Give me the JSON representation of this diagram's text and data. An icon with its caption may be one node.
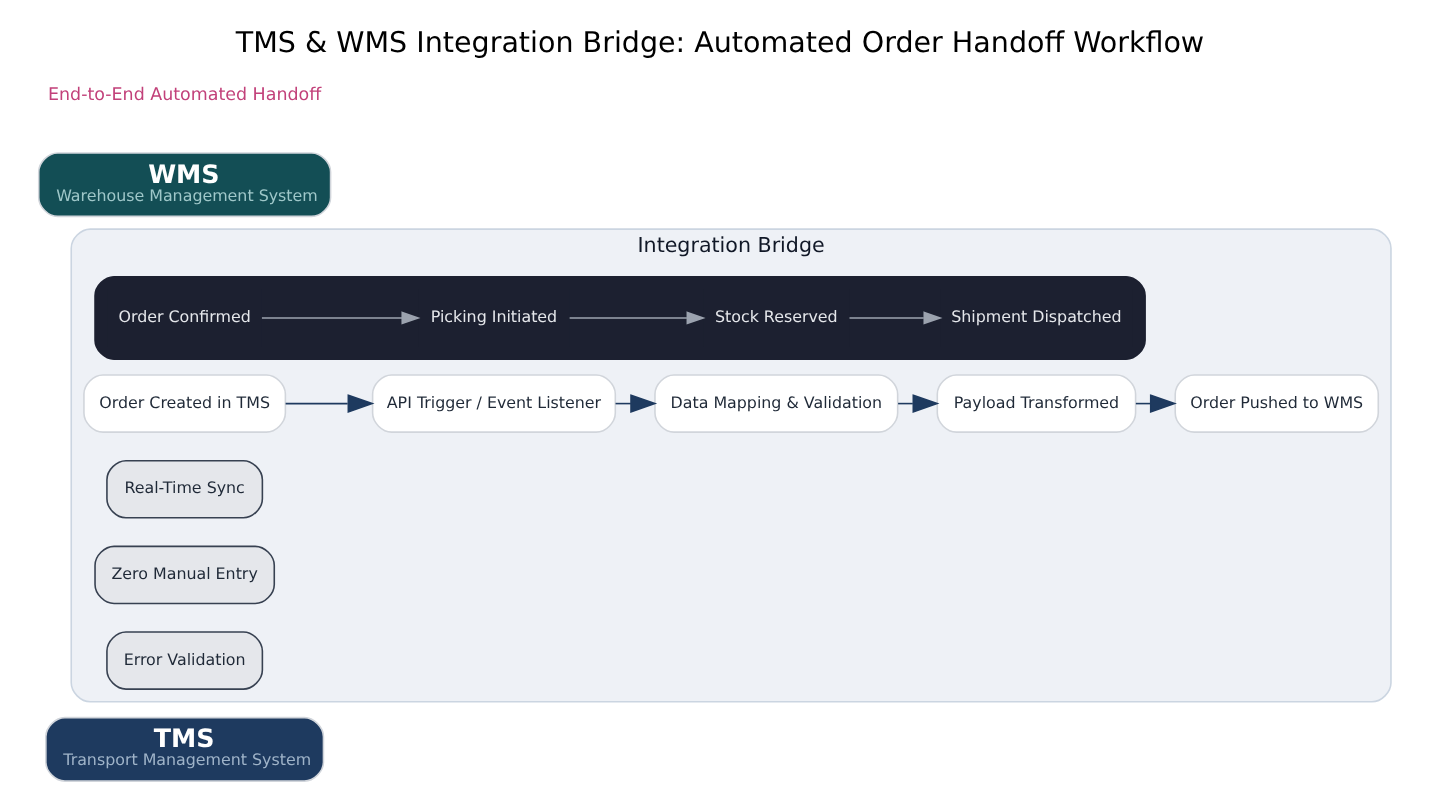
{
  "diagram": {
    "title": "TMS & WMS Integration Bridge: Automated Order Handoff Workflow",
    "nodes": [
      {
        "text": [
          "TMS",
          "Transport Management System"
        ]
      },
      {
        "text": [
          "Integration Bridge"
        ]
      },
      {
        "text": [
          "Order Created in TMS"
        ],
        "in": 1
      },
      {
        "text": [
          "API Trigger / Event Listener"
        ],
        "in": 1
      },
      {
        "text": [
          "Data Mapping & Validation"
        ],
        "in": 1
      },
      {
        "text": [
          "Payload Transformed"
        ],
        "in": 1
      },
      {
        "text": [
          "Order Pushed to WMS"
        ],
        "in": 1
      },
      {
        "text": [
          "WMS",
          "Warehouse Management System"
        ]
      },
      {
        "text": [
          "Real-Time Sync"
        ],
        "in": 1
      },
      {
        "text": [
          "Zero Manual Entry"
        ],
        "in": 1
      },
      {
        "text": [
          "Error Validation"
        ],
        "in": 1
      },
      {
        "text": [],
        "shape": "bar",
        "in": 1
      },
      {
        "text": [
          "Order Confirmed"
        ],
        "in": 11
      },
      {
        "text": [
          "Picking Initiated"
        ],
        "in": 11
      },
      {
        "text": [
          "Stock Reserved"
        ],
        "in": 11
      },
      {
        "text": [
          "Shipment Dispatched"
        ],
        "in": 11
      }
    ],
    "edges": [
      {
        "from": 2,
        "to": 3,
        "arrow": "to"
      },
      {
        "from": 3,
        "to": 4,
        "arrow": "to"
      },
      {
        "from": 4,
        "to": 5,
        "arrow": "to"
      },
      {
        "from": 5,
        "to": 6,
        "arrow": "to"
      },
      {
        "from": 12,
        "to": 13,
        "arrow": "to",
        "color": "#9ca3af"
      },
      {
        "from": 13,
        "to": 14,
        "arrow": "to",
        "color": "#9ca3af"
      },
      {
        "from": 14,
        "to": 15,
        "arrow": "to",
        "color": "#9ca3af"
      }
    ],
    "labels": [
      "End-to-End Automated Handoff"
    ]
  }
}
